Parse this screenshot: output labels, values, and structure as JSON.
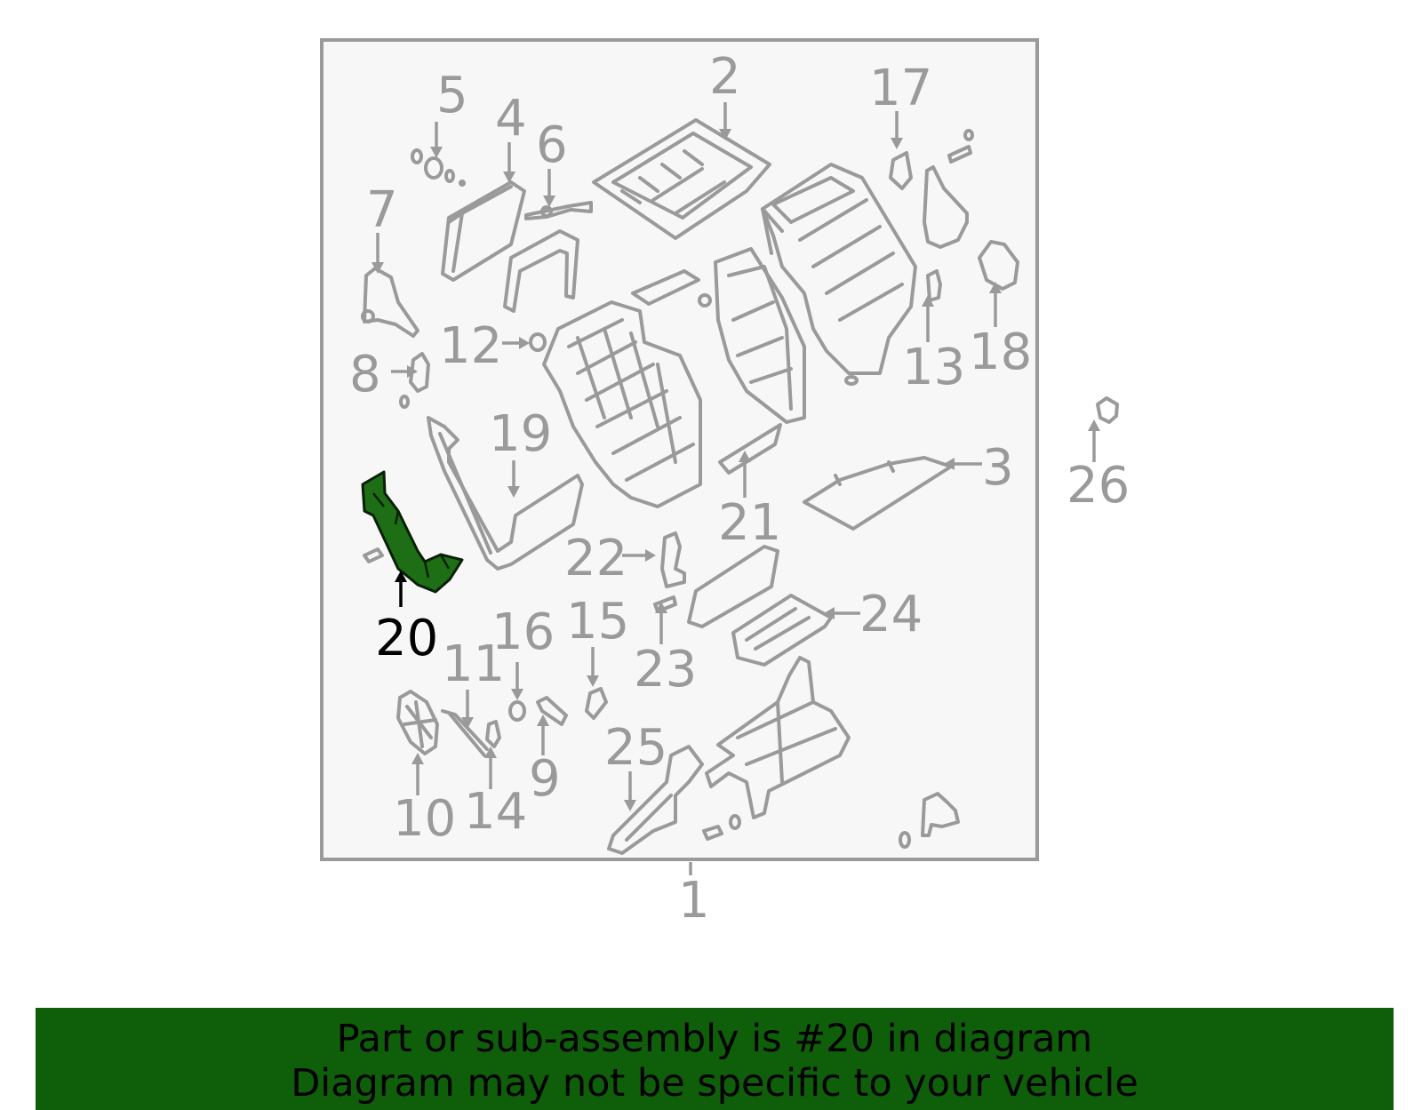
{
  "colors": {
    "frame": "#9a9a9a",
    "panel": "#f7f7f7",
    "highlight_part": "#1d6e14",
    "banner_bg": "#0f5e0a",
    "text_gray": "#9a9a9a",
    "text_black": "#000000"
  },
  "diagram": {
    "highlighted_callout": "20",
    "callouts": {
      "c1": "1",
      "c2": "2",
      "c3": "3",
      "c4": "4",
      "c5": "5",
      "c6": "6",
      "c7": "7",
      "c8": "8",
      "c9": "9",
      "c10": "10",
      "c11": "11",
      "c12": "12",
      "c13": "13",
      "c14": "14",
      "c15": "15",
      "c16": "16",
      "c17": "17",
      "c18": "18",
      "c19": "19",
      "c20": "20",
      "c21": "21",
      "c22": "22",
      "c23": "23",
      "c24": "24",
      "c25": "25",
      "c26": "26"
    }
  },
  "banner": {
    "line1": "Part or sub-assembly is #20 in diagram",
    "line2": "Diagram may not be specific to your vehicle"
  }
}
